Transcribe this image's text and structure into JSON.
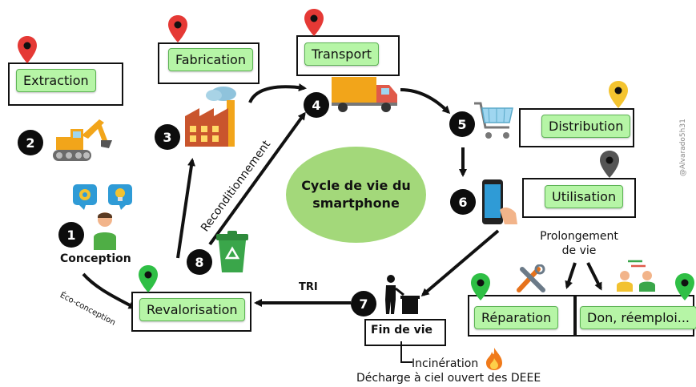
{
  "title": "Cycle de vie du smartphone",
  "stages": {
    "extraction": "Extraction",
    "fabrication": "Fabrication",
    "transport": "Transport",
    "distribution": "Distribution",
    "utilisation": "Utilisation",
    "revalorisation": "Revalorisation",
    "reparation": "Réparation",
    "don": "Don, réemploi..."
  },
  "steps": {
    "n1": "1",
    "n2": "2",
    "n3": "3",
    "n4": "4",
    "n5": "5",
    "n6": "6",
    "n7": "7",
    "n8": "8"
  },
  "labels": {
    "conception": "Conception",
    "eco_conception": "Éco-conception",
    "reconditionnement": "Reconditionnement",
    "tri": "TRI",
    "fin_de_vie": "Fin de vie",
    "prolongement_line1": "Prolongement",
    "prolongement_line2": "de vie",
    "incineration": "Incinération",
    "decharge": "Décharge à ciel ouvert des DEEE"
  },
  "watermark": "@Alvarado5h31",
  "colors": {
    "label_green": "#b6f5a6",
    "circle_green": "#a3d87a",
    "pin_red": "#e53935",
    "pin_yellow": "#f4c430",
    "pin_gray": "#555555",
    "pin_green": "#2fbf45"
  },
  "icons": [
    "map-pin-icon",
    "excavator-icon",
    "factory-icon",
    "truck-icon",
    "shopping-cart-icon",
    "smartphone-icon",
    "lightbulb-gear-icon",
    "person-icon",
    "recycle-bin-icon",
    "trash-person-icon",
    "tools-icon",
    "people-exchange-icon",
    "fire-icon"
  ]
}
